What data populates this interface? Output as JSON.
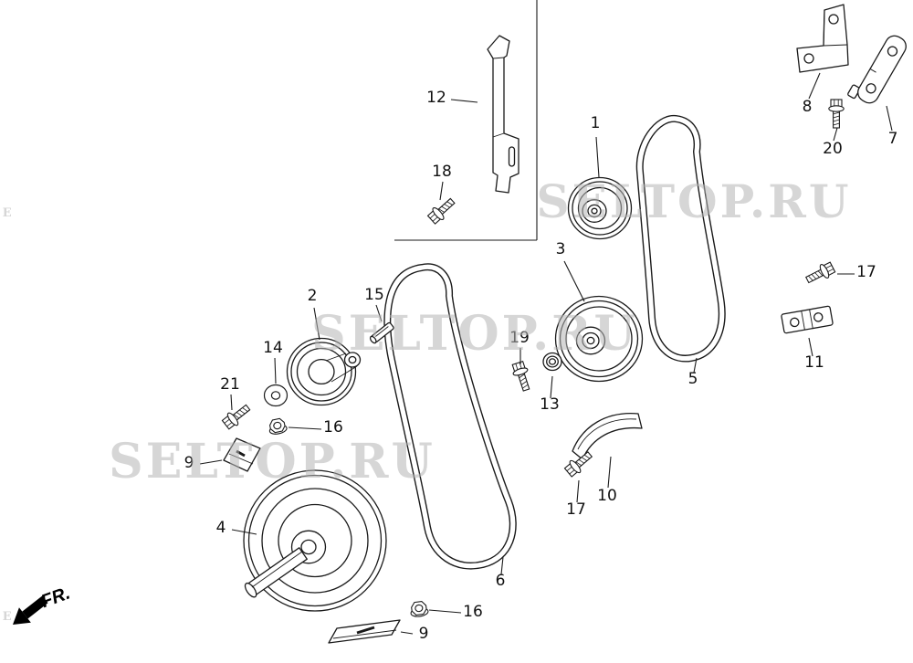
{
  "diagram": {
    "background": "#ffffff",
    "line_color": "#1a1a1a",
    "watermark": {
      "text": "SELTOP.RU",
      "color": "#b5b5b5",
      "fragments": [
        {
          "text": "SE"
        },
        {
          "text": "SE"
        }
      ]
    },
    "fr_arrow": {
      "label": "FR."
    },
    "labels": [
      {
        "text": "12"
      },
      {
        "text": "18"
      },
      {
        "text": "1"
      },
      {
        "text": "8"
      },
      {
        "text": "20"
      },
      {
        "text": "7"
      },
      {
        "text": "17"
      },
      {
        "text": "11"
      },
      {
        "text": "5"
      },
      {
        "text": "3"
      },
      {
        "text": "2"
      },
      {
        "text": "15"
      },
      {
        "text": "14"
      },
      {
        "text": "19"
      },
      {
        "text": "13"
      },
      {
        "text": "21"
      },
      {
        "text": "16"
      },
      {
        "text": "9"
      },
      {
        "text": "4"
      },
      {
        "text": "10"
      },
      {
        "text": "17"
      },
      {
        "text": "6"
      },
      {
        "text": "16"
      },
      {
        "text": "9"
      }
    ]
  }
}
